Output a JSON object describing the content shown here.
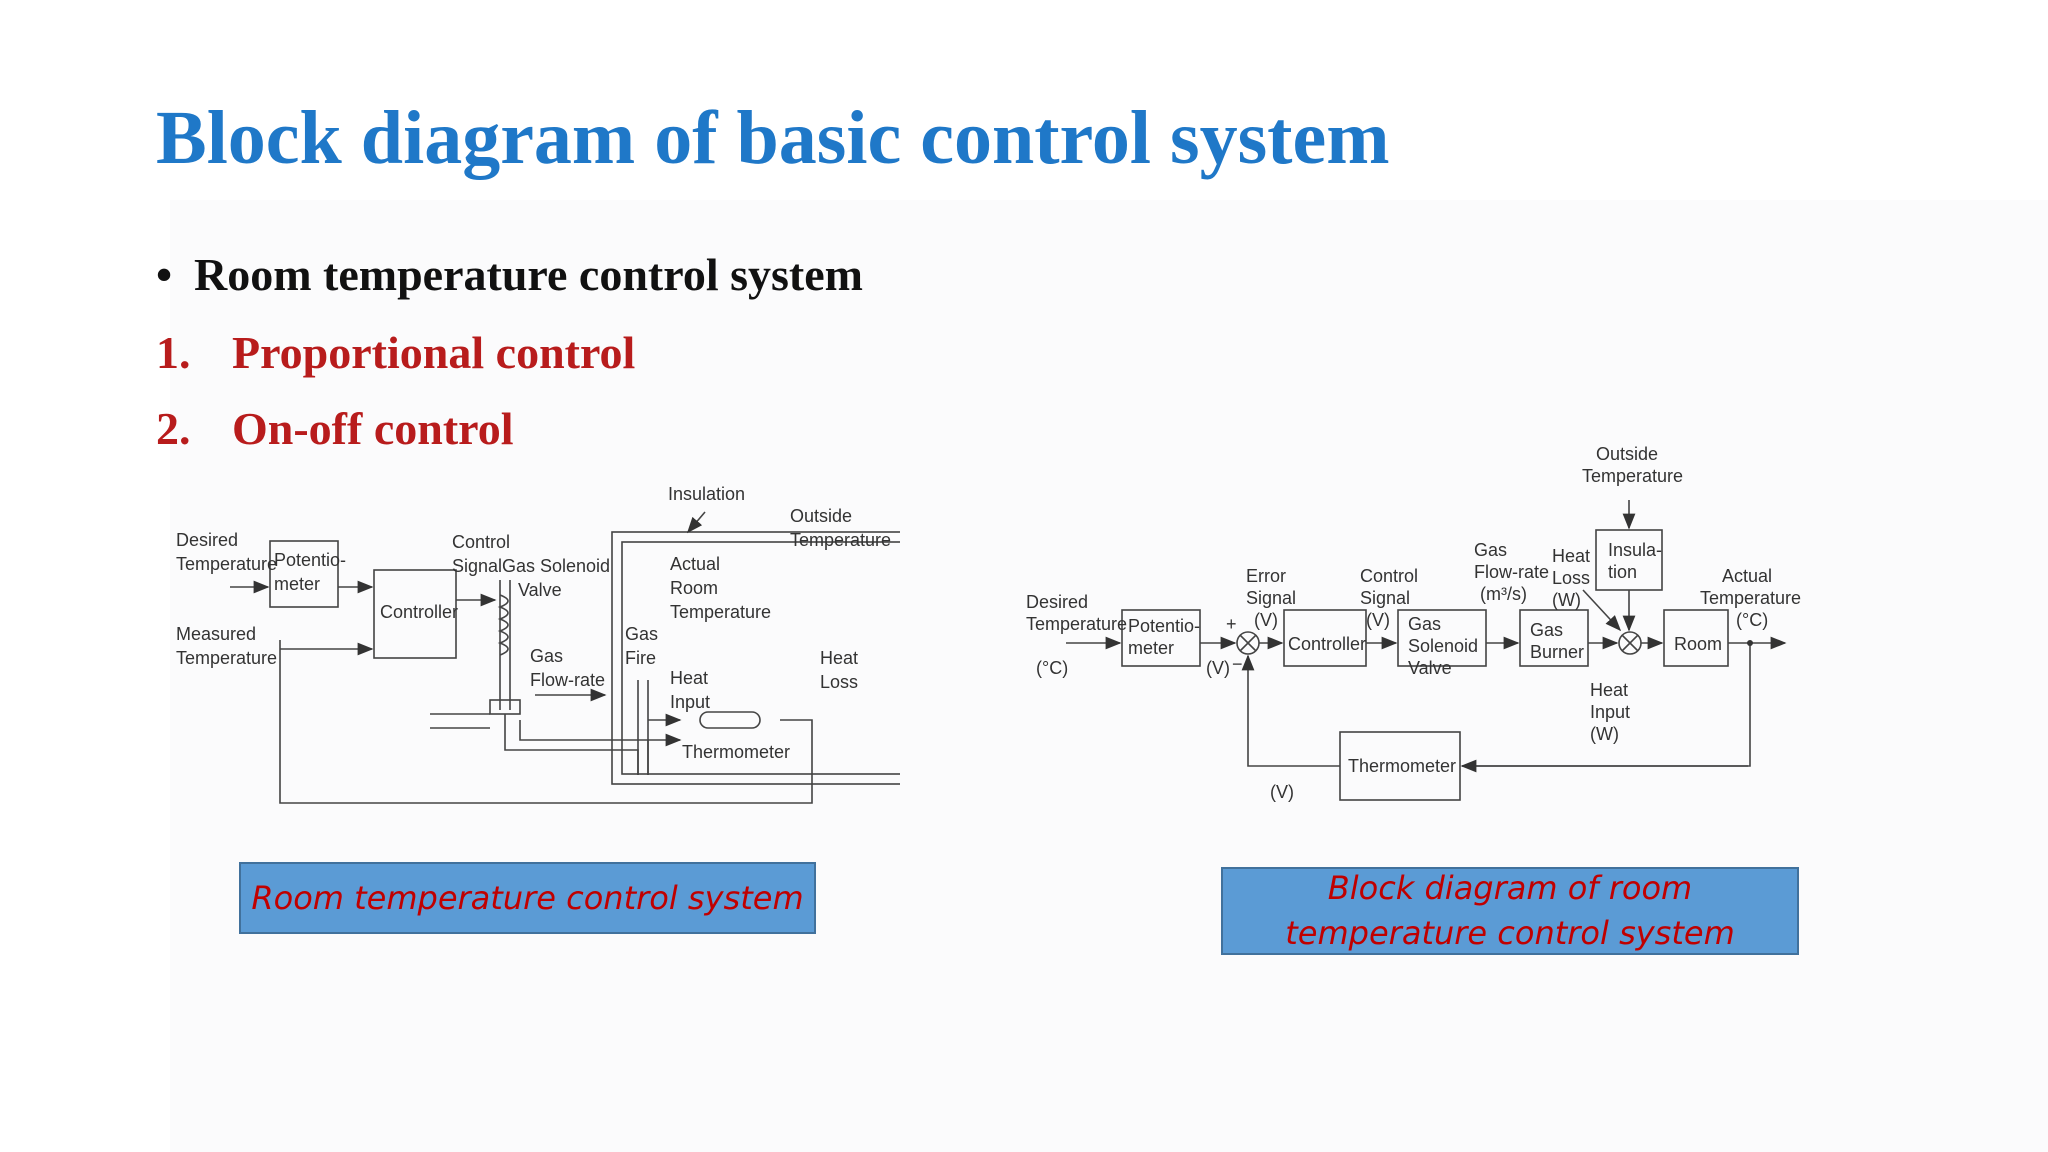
{
  "title": "Block diagram of basic control system",
  "bullets": [
    {
      "marker": "•",
      "text": "Room temperature control system"
    },
    {
      "marker": "1.",
      "text": "Proportional control"
    },
    {
      "marker": "2.",
      "text": "On-off control"
    }
  ],
  "left_diagram": {
    "labels": {
      "insulation": "Insulation",
      "outside1": "Outside",
      "outside2": "Temperature",
      "desired1": "Desired",
      "desired2": "Temperature",
      "measured1": "Measured",
      "measured2": "Temperature",
      "pot1": "Potentio-",
      "pot2": "meter",
      "controller": "Controller",
      "ctrl1": "Control",
      "ctrl2": "Signal",
      "valve1": "Gas Solenoid",
      "valve2": "Valve",
      "actual1": "Actual",
      "actual2": "Room",
      "actual3": "Temperature",
      "gasfire1": "Gas",
      "gasfire2": "Fire",
      "gasflow1": "Gas",
      "gasflow2": "Flow-rate",
      "heat1": "Heat",
      "heat2": "Input",
      "thermo": "Thermometer",
      "heatout1": "Heat",
      "heatout2": "Loss"
    }
  },
  "right_diagram": {
    "labels": {
      "outside1": "Outside",
      "outside2": "Temperature",
      "ins1": "Insula-",
      "ins2": "tion",
      "gas1": "Gas",
      "gas2": "Flow-rate",
      "gas3": "(m³/s)",
      "hl1": "Heat",
      "hl2": "Loss",
      "hl3": "(W)",
      "err1": "Error",
      "err2": "Signal",
      "err3": "(V)",
      "cs1": "Control",
      "cs2": "Signal",
      "cs3": "(V)",
      "at1": "Actual",
      "at2": "Temperature",
      "at3": "(°C)",
      "desired1": "Desired",
      "desired2": "Temperature",
      "unitC": "(°C)",
      "pot1": "Potentio-",
      "pot2": "meter",
      "vout": "(V)",
      "plus": "+",
      "minus": "−",
      "controller": "Controller",
      "valve1": "Gas",
      "valve2": "Solenoid",
      "valve3": "Valve",
      "burner1": "Gas",
      "burner2": "Burner",
      "room": "Room",
      "hi1": "Heat",
      "hi2": "Input",
      "hi3": "(W)",
      "thermo": "Thermometer",
      "vfb": "(V)"
    }
  },
  "captions": {
    "left": "Room temperature control system",
    "right": "Block diagram of room temperature control system"
  },
  "colors": {
    "title": "#1f78c8",
    "numbered": "#b81c1c",
    "caption_bg": "#5b9bd5",
    "caption_text": "#c00000"
  }
}
